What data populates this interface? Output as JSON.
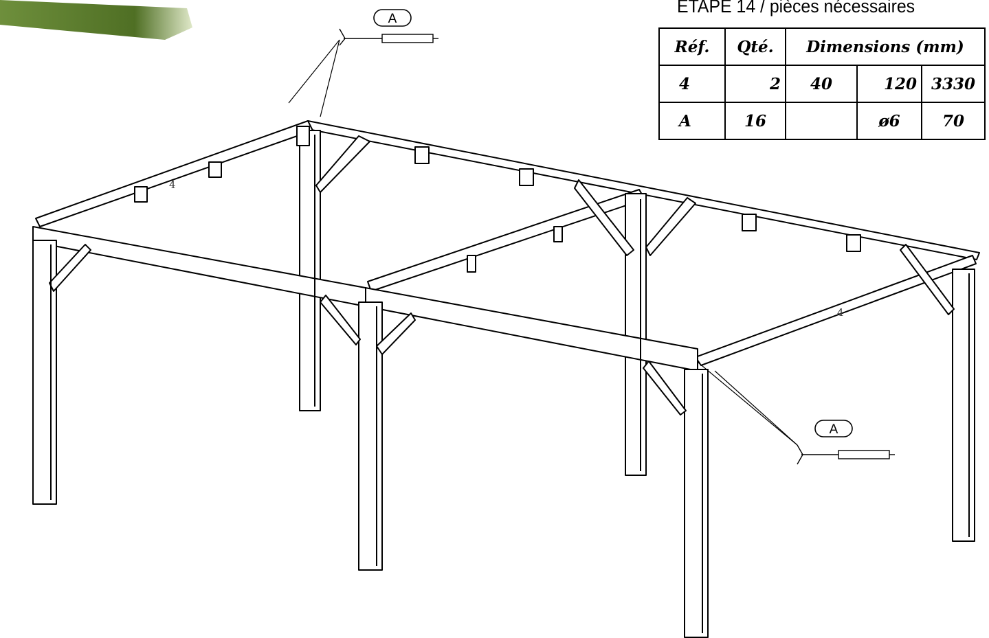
{
  "step_title": "ÉTAPE 14 / pièces nécessaires",
  "parts_table": {
    "headers": {
      "ref": "Réf.",
      "qty": "Qté.",
      "dimensions": "Dimensions  (mm)"
    },
    "rows": [
      {
        "ref": "4",
        "qty": "2",
        "d1": "40",
        "d2": "120",
        "d3": "3330"
      },
      {
        "ref": "A",
        "qty": "16",
        "d1": "",
        "d2": "ø6",
        "d3": "70"
      }
    ]
  },
  "callouts": {
    "screw_top": "A",
    "screw_bottom": "A"
  },
  "part_labels": {
    "beam_left": "4",
    "beam_right": "4"
  },
  "colors": {
    "line": "#000000",
    "accent_green": "#5a7a2e"
  }
}
